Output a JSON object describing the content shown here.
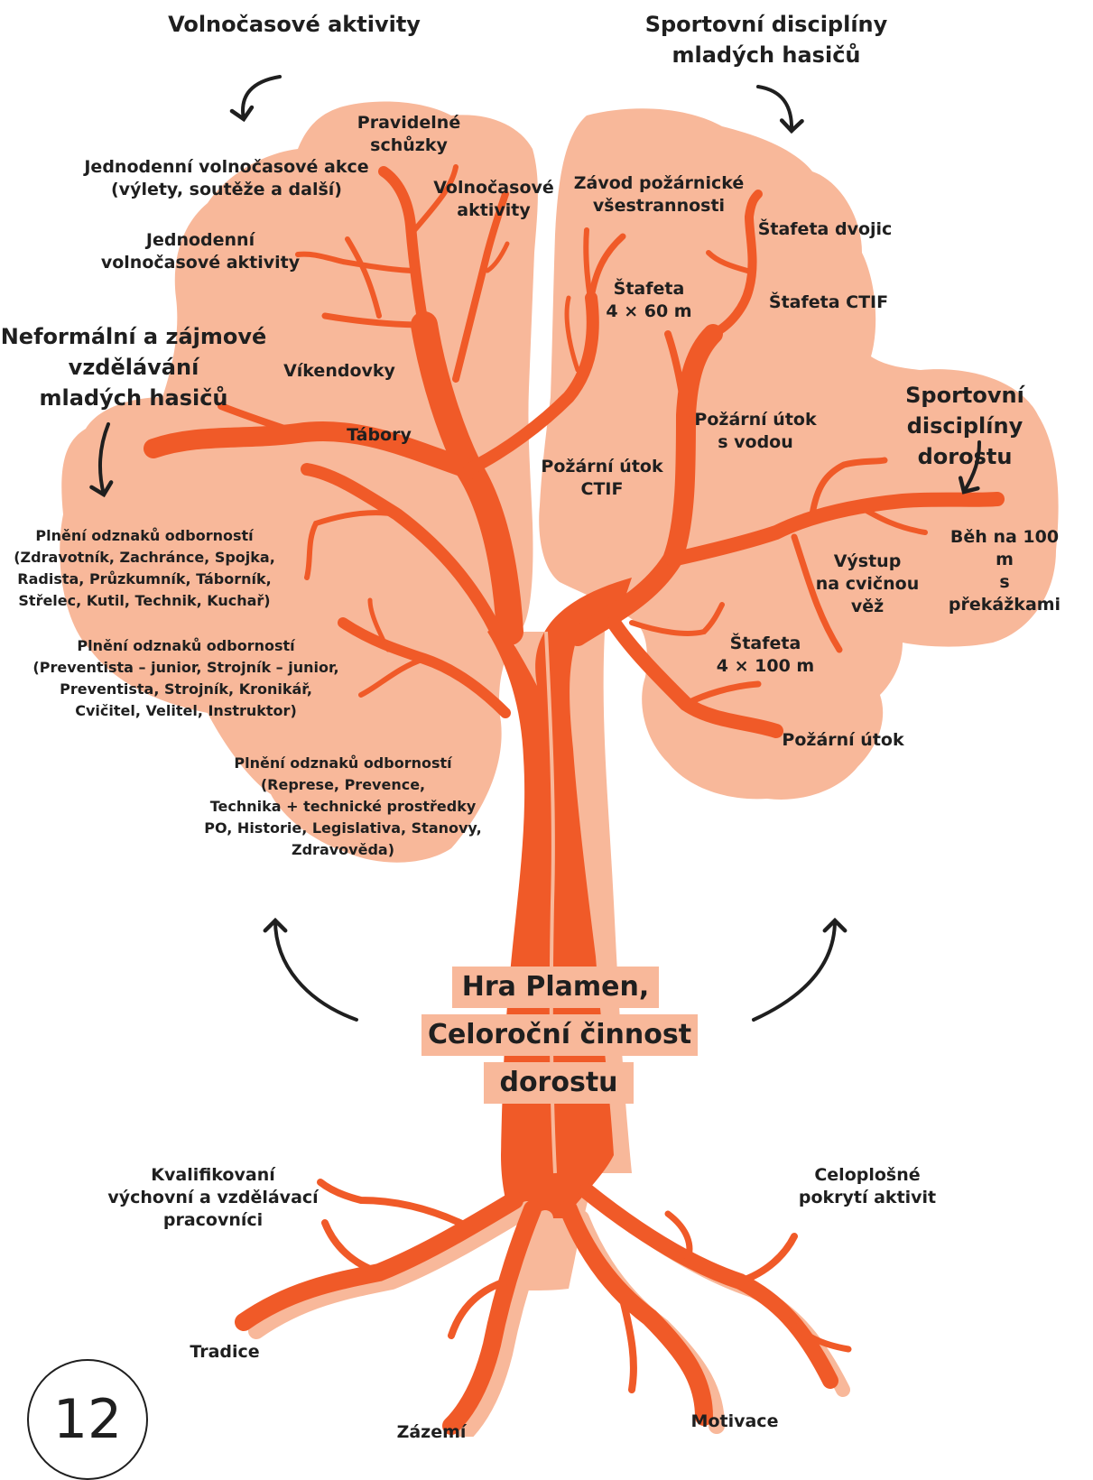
{
  "colors": {
    "canopy": "#f8b89a",
    "trunk": "#f05a28",
    "trunk_shadow": "#f8b89a",
    "text": "#1f1f1f"
  },
  "headings": {
    "leisure": "Volnočasové aktivity",
    "sport_young": "Sportovní disciplíny\nmladých hasičů",
    "education": "Neformální a zájmové\nvzdělávání\nmladých hasičů",
    "sport_youth": "Sportovní disciplíny\ndorostu"
  },
  "leaves": {
    "regular_meetings": "Pravidelné\nschůzky",
    "day_events": "Jednodenní volnočasové akce\n(výlety, soutěže a další)",
    "leisure_activities": "Volnočasové\naktivity",
    "day_leisure": "Jednodenní\nvolnočasové aktivity",
    "weekends": "Víkendovky",
    "camps": "Tábory",
    "badges_1": "Plnění odznaků odborností\n(Zdravotník, Zachránce, Spojka,\nRadista, Průzkumník, Táborník,\nStřelec, Kutil, Technik, Kuchař)",
    "badges_2": "Plnění odznaků odborností\n(Preventista – junior, Strojník – junior,\nPreventista, Strojník, Kronikář,\nCvičitel, Velitel, Instruktor)",
    "badges_3": "Plnění odznaků odborností\n(Represe, Prevence,\nTechnika + technické prostředky\nPO, Historie, Legislativa, Stanovy,\nZdravověda)",
    "all_round": "Závod požárnické\nvšestrannosti",
    "relay_pairs": "Štafeta dvojic",
    "relay_4x60": "Štafeta\n4 × 60 m",
    "relay_ctif": "Štafeta CTIF",
    "attack_water": "Požární útok\ns vodou",
    "attack_ctif": "Požární útok\nCTIF",
    "run_100": "Běh na 100 m\ns překážkami",
    "tower": "Výstup\nna cvičnou\nvěž",
    "relay_4x100": "Štafeta\n4 × 100 m",
    "fire_attack": "Požární útok"
  },
  "trunk_title": [
    "Hra Plamen,",
    "Celoroční činnost",
    "dorostu"
  ],
  "roots": {
    "qualified": "Kvalifikovaní\nvýchovní a vzdělávací\npracovníci",
    "coverage": "Celoplošné\npokrytí aktivit",
    "tradition": "Tradice",
    "facilities": "Zázemí",
    "motivation": "Motivace"
  },
  "page_number": "12"
}
